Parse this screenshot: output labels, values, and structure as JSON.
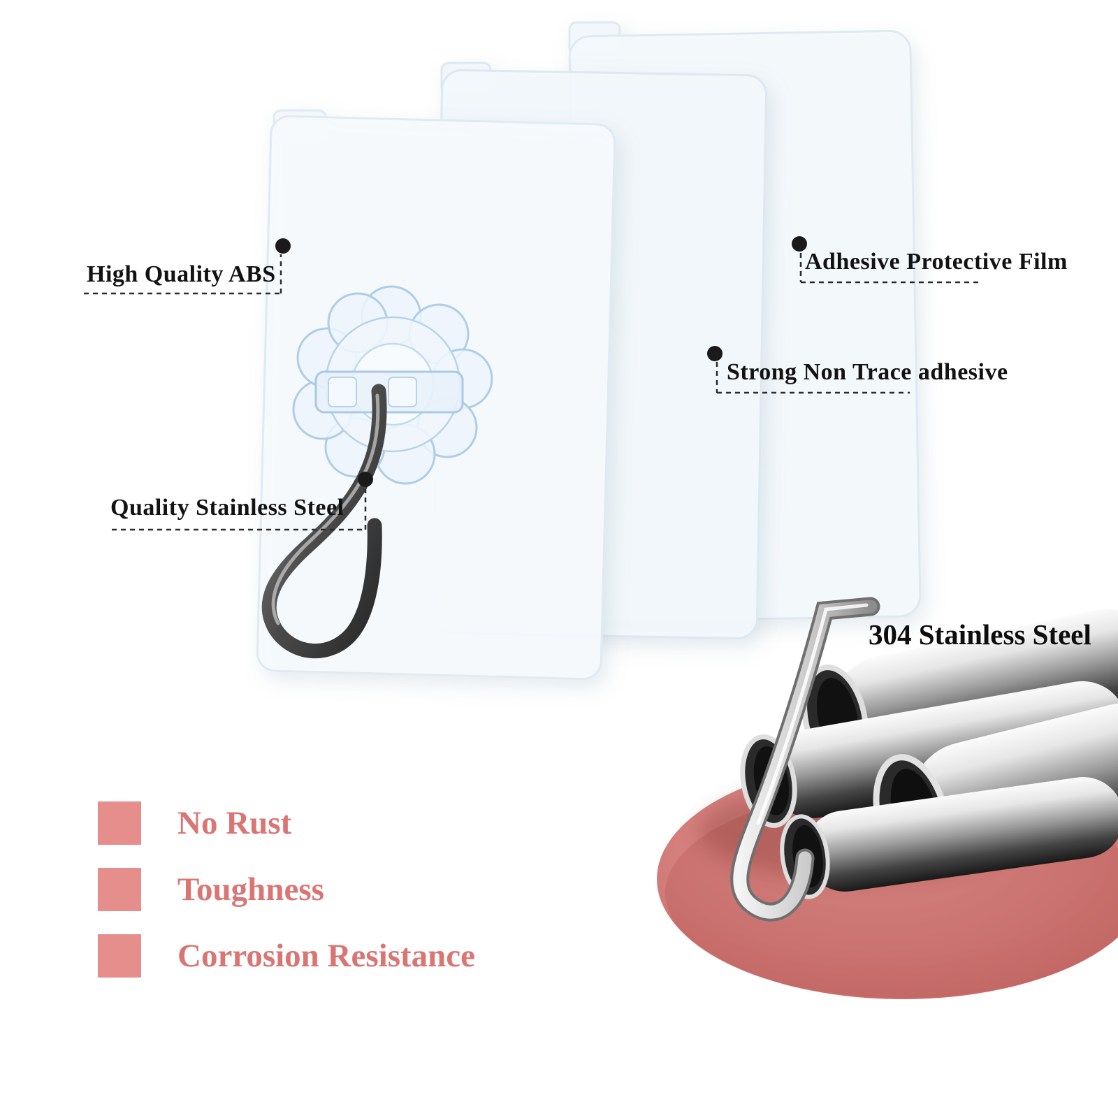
{
  "callouts": {
    "abs": {
      "label": "High Quality ABS"
    },
    "film": {
      "label": "Adhesive Protective Film"
    },
    "adhesive": {
      "label": "Strong Non Trace adhesive"
    },
    "steel": {
      "label": "Quality Stainless Steel"
    }
  },
  "steel_section": {
    "label": "304 Stainless Steel"
  },
  "features": [
    {
      "label": "No Rust"
    },
    {
      "label": "Toughness"
    },
    {
      "label": "Corrosion Resistance"
    }
  ],
  "colors": {
    "accent_pink": "#d97573",
    "swatch_pink": "#e58e8c",
    "plate_pink": "#cf6f6d",
    "label_text": "#121212"
  }
}
